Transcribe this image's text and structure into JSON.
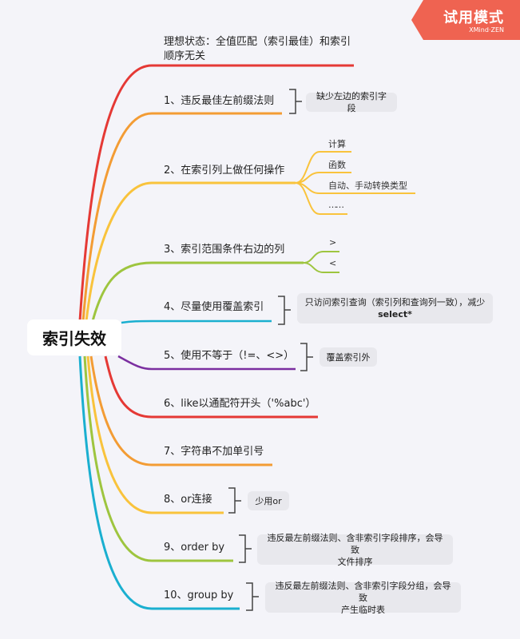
{
  "badge": {
    "title": "试用模式",
    "subtitle": "XMind·ZEN",
    "color": "#ef6351"
  },
  "root": {
    "label": "索引失效"
  },
  "branches": [
    {
      "label": "理想状态：全值匹配（索引最佳）和索引",
      "label2": "顺序无关",
      "color": "#e53935"
    },
    {
      "label": "1、违反最佳左前缀法则",
      "color": "#f39c34",
      "note": "缺少左边的索引字段"
    },
    {
      "label": "2、在索引列上做任何操作",
      "color": "#f9c33c",
      "children": [
        "计算",
        "函数",
        "自动、手动转换类型",
        "……"
      ]
    },
    {
      "label": "3、索引范围条件右边的列",
      "color": "#9ec53f",
      "children": [
        ">",
        "<"
      ]
    },
    {
      "label": "4、尽量使用覆盖索引",
      "color": "#1aafd0",
      "note": "只访问索引查询（索引列和查询列一致），减少",
      "note2": "select*"
    },
    {
      "label": "5、使用不等于（!=、<>）",
      "color": "#7b2fa0",
      "note": "覆盖索引外"
    },
    {
      "label": "6、like以通配符开头（'%abc'）",
      "color": "#e53935"
    },
    {
      "label": "7、字符串不加单引号",
      "color": "#f39c34"
    },
    {
      "label": "8、or连接",
      "color": "#f9c33c",
      "note": "少用or"
    },
    {
      "label": "9、order by",
      "color": "#9ec53f",
      "note": "违反最左前缀法则、含非索引字段排序，会导致",
      "note2": "文件排序"
    },
    {
      "label": "10、group by",
      "color": "#1aafd0",
      "note": "违反最左前缀法则、含非索引字段分组，会导致",
      "note2": "产生临时表"
    }
  ]
}
